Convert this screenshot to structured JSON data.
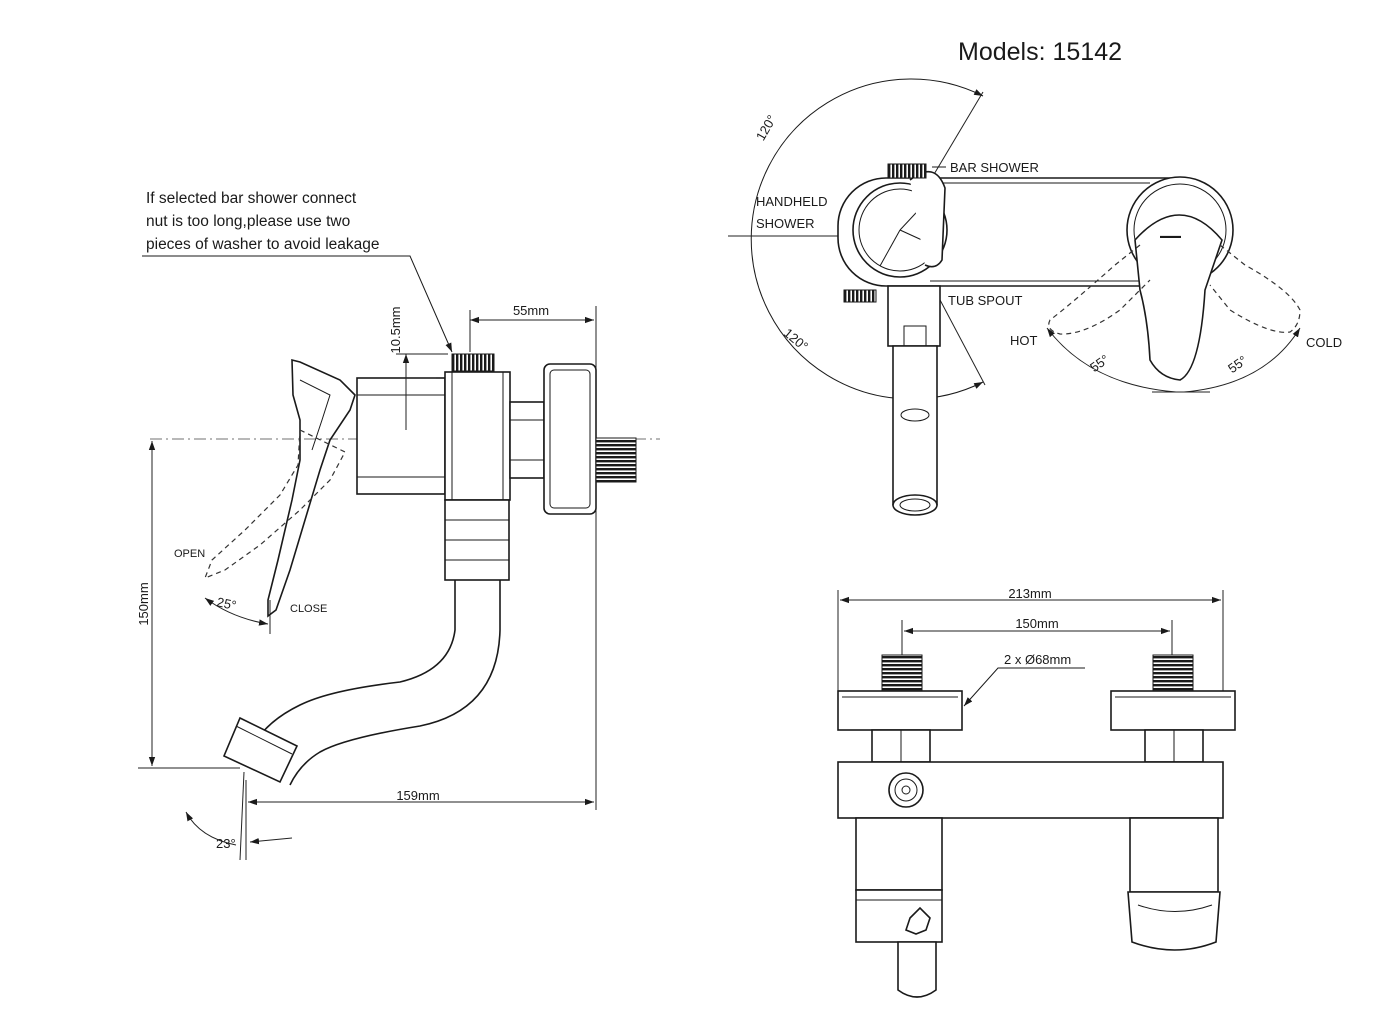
{
  "title": "Models: 15142",
  "note": {
    "line1": "If selected bar shower connect",
    "line2": "nut is too long,please use two",
    "line3": "pieces of washer to avoid leakage"
  },
  "side_view": {
    "dim_thread": "10.5mm",
    "dim_depth": "55mm",
    "dim_height": "150mm",
    "dim_length": "159mm",
    "angle_handle": "25°",
    "angle_spout": "23°",
    "label_open": "OPEN",
    "label_close": "CLOSE"
  },
  "top_view": {
    "label_bar_shower": "BAR SHOWER",
    "label_handheld_1": "HANDHELD",
    "label_handheld_2": "SHOWER",
    "label_tub_spout": "TUB SPOUT",
    "label_hot": "HOT",
    "label_cold": "COLD",
    "angle_upper": "120°",
    "angle_lower": "120°",
    "angle_hot": "55°",
    "angle_cold": "55°"
  },
  "front_view": {
    "dim_overall": "213mm",
    "dim_centers": "150mm",
    "dim_flange": "2 x Ø68mm"
  }
}
